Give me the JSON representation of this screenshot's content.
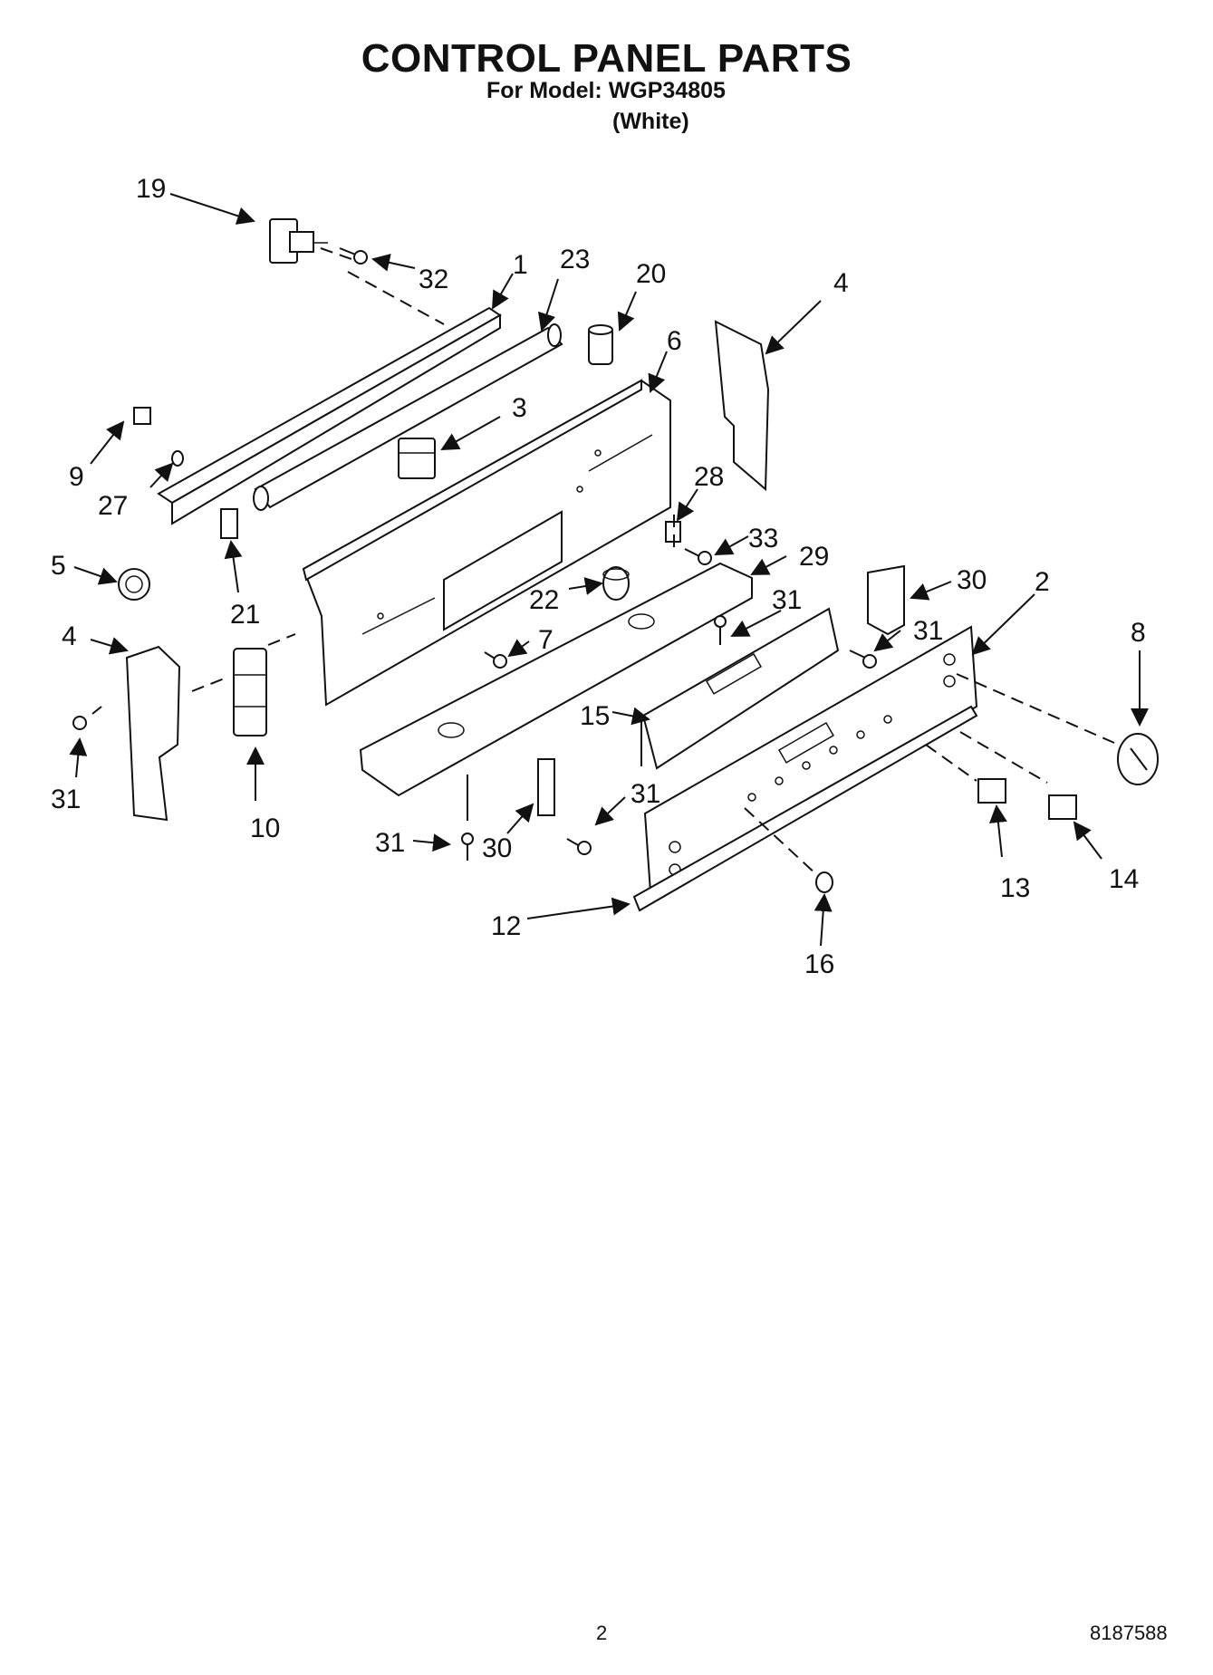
{
  "header": {
    "title": "CONTROL PANEL PARTS",
    "model_line": "For Model: WGP34805",
    "color_note": "(White)"
  },
  "footer": {
    "page_number": "2",
    "document_number": "8187588"
  },
  "callouts": {
    "c19": "19",
    "c32": "32",
    "c1": "1",
    "c23": "23",
    "c20": "20",
    "c4a": "4",
    "c6": "6",
    "c3": "3",
    "c9": "9",
    "c27": "27",
    "c28": "28",
    "c33": "33",
    "c29": "29",
    "c5": "5",
    "c21": "21",
    "c22": "22",
    "c31a": "31",
    "c30a": "30",
    "c2": "2",
    "c7": "7",
    "c31b": "31",
    "c4b": "4",
    "c8": "8",
    "c15": "15",
    "c31c": "31",
    "c10": "10",
    "c31d": "31",
    "c31e": "31",
    "c30b": "30",
    "c13": "13",
    "c14": "14",
    "c12": "12",
    "c16": "16"
  }
}
